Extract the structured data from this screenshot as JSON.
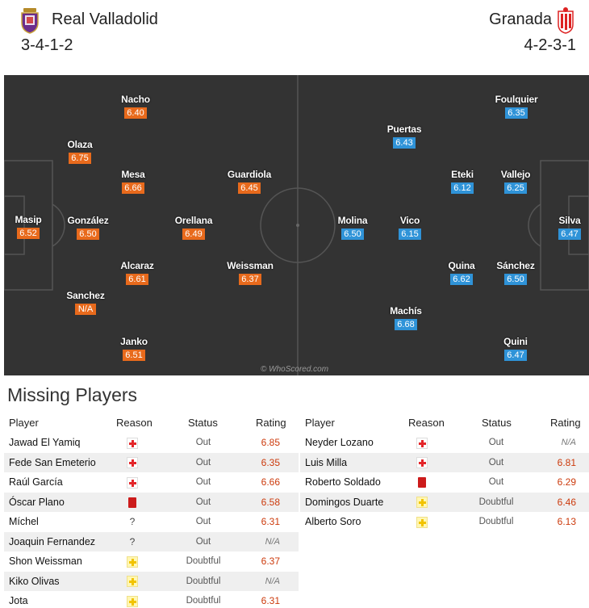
{
  "home": {
    "name": "Real Valladolid",
    "formation": "3-4-1-2",
    "players": [
      {
        "name": "Masip",
        "rating": "6.52"
      },
      {
        "name": "Nacho",
        "rating": "6.40"
      },
      {
        "name": "Olaza",
        "rating": "6.75"
      },
      {
        "name": "Mesa",
        "rating": "6.66"
      },
      {
        "name": "González",
        "rating": "6.50"
      },
      {
        "name": "Alcaraz",
        "rating": "6.61"
      },
      {
        "name": "Sanchez",
        "rating": "N/A"
      },
      {
        "name": "Janko",
        "rating": "6.51"
      },
      {
        "name": "Orellana",
        "rating": "6.49"
      },
      {
        "name": "Guardiola",
        "rating": "6.45"
      },
      {
        "name": "Weissman",
        "rating": "6.37"
      }
    ]
  },
  "away": {
    "name": "Granada",
    "formation": "4-2-3-1",
    "players": [
      {
        "name": "Silva",
        "rating": "6.47"
      },
      {
        "name": "Foulquier",
        "rating": "6.35"
      },
      {
        "name": "Vallejo",
        "rating": "6.25"
      },
      {
        "name": "Sánchez",
        "rating": "6.50"
      },
      {
        "name": "Quini",
        "rating": "6.47"
      },
      {
        "name": "Eteki",
        "rating": "6.12"
      },
      {
        "name": "Quina",
        "rating": "6.62"
      },
      {
        "name": "Puertas",
        "rating": "6.43"
      },
      {
        "name": "Vico",
        "rating": "6.15"
      },
      {
        "name": "Machís",
        "rating": "6.68"
      },
      {
        "name": "Molina",
        "rating": "6.50"
      }
    ]
  },
  "watermark": "© WhoScored.com",
  "missing": {
    "title": "Missing Players",
    "headers": {
      "player": "Player",
      "reason": "Reason",
      "status": "Status",
      "rating": "Rating"
    },
    "home": [
      {
        "player": "Jawad El Yamiq",
        "reason": "injury-icon",
        "status": "Out",
        "rating": "6.85"
      },
      {
        "player": "Fede San Emeterio",
        "reason": "injury-icon",
        "status": "Out",
        "rating": "6.35"
      },
      {
        "player": "Raúl García",
        "reason": "injury-icon",
        "status": "Out",
        "rating": "6.66"
      },
      {
        "player": "Óscar Plano",
        "reason": "red-card-icon",
        "status": "Out",
        "rating": "6.58"
      },
      {
        "player": "Míchel",
        "reason": "unknown-icon",
        "status": "Out",
        "rating": "6.31"
      },
      {
        "player": "Joaquin Fernandez",
        "reason": "unknown-icon",
        "status": "Out",
        "rating": "N/A"
      },
      {
        "player": "Shon Weissman",
        "reason": "doubtful-icon",
        "status": "Doubtful",
        "rating": "6.37"
      },
      {
        "player": "Kiko Olivas",
        "reason": "doubtful-icon",
        "status": "Doubtful",
        "rating": "N/A"
      },
      {
        "player": "Jota",
        "reason": "doubtful-icon",
        "status": "Doubtful",
        "rating": "6.31"
      }
    ],
    "away": [
      {
        "player": "Neyder Lozano",
        "reason": "injury-icon",
        "status": "Out",
        "rating": "N/A"
      },
      {
        "player": "Luis Milla",
        "reason": "injury-icon",
        "status": "Out",
        "rating": "6.81"
      },
      {
        "player": "Roberto Soldado",
        "reason": "red-card-icon",
        "status": "Out",
        "rating": "6.29"
      },
      {
        "player": "Domingos Duarte",
        "reason": "doubtful-icon",
        "status": "Doubtful",
        "rating": "6.46"
      },
      {
        "player": "Alberto Soro",
        "reason": "doubtful-icon",
        "status": "Doubtful",
        "rating": "6.13"
      }
    ]
  },
  "colors": {
    "home_rating": "#e86a1c",
    "away_rating": "#2f93d8",
    "pitch": "#333333",
    "rating_text": "#cc3a0c"
  }
}
